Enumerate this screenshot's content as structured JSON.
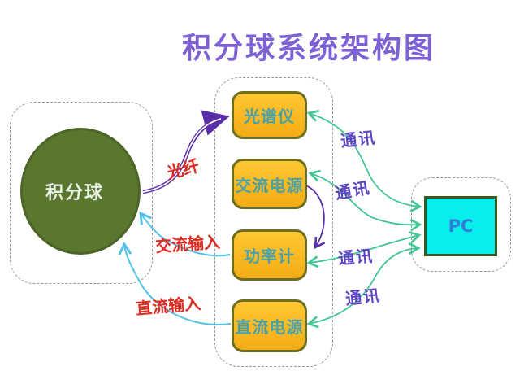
{
  "title": "积分球系统架构图",
  "colors": {
    "title_text": "#7E61D4",
    "comm_label_text": "#5E45C0",
    "io_label_text": "#E02B20",
    "green_arrow": "#41C792",
    "purple_arrow": "#5A2EA8",
    "cyan_arrow": "#54C1E8",
    "device_fill": "#F7B81F",
    "device_border": "#6E6F1E",
    "device_text": "#4BA0A6",
    "sphere_fill": "#59772E",
    "sphere_text": "#E9EFE2",
    "pc_fill": "#0AEDED",
    "pc_text": "#2F7FD6",
    "dashed_border": "#9A9A9A"
  },
  "nodes": {
    "sphere": {
      "label": "积分球"
    },
    "devices": [
      {
        "label": "光谱仪"
      },
      {
        "label": "交流电源"
      },
      {
        "label": "功率计"
      },
      {
        "label": "直流电源"
      }
    ],
    "pc": {
      "label": "PC"
    }
  },
  "edges": {
    "fiber": {
      "label": "光纤",
      "from": "积分球",
      "to": "光谱仪",
      "style": "purple-double-line-arrow"
    },
    "ac_input": {
      "label": "交流输入",
      "from": "功率计",
      "to": "积分球",
      "style": "cyan-arrow"
    },
    "dc_input": {
      "label": "直流输入",
      "from": "直流电源",
      "to": "积分球",
      "style": "cyan-arrow"
    },
    "ac_to_meter": {
      "label": "",
      "from": "交流电源",
      "to": "功率计",
      "style": "purple-arc-arrow"
    },
    "comm1": {
      "label": "通讯",
      "from": "光谱仪",
      "to": "PC",
      "style": "green-bidirectional"
    },
    "comm2": {
      "label": "通讯",
      "from": "交流电源",
      "to": "PC",
      "style": "green-bidirectional"
    },
    "comm3": {
      "label": "通讯",
      "from": "功率计",
      "to": "PC",
      "style": "green-bidirectional"
    },
    "comm4": {
      "label": "通讯",
      "from": "直流电源",
      "to": "PC",
      "style": "green-bidirectional"
    }
  }
}
